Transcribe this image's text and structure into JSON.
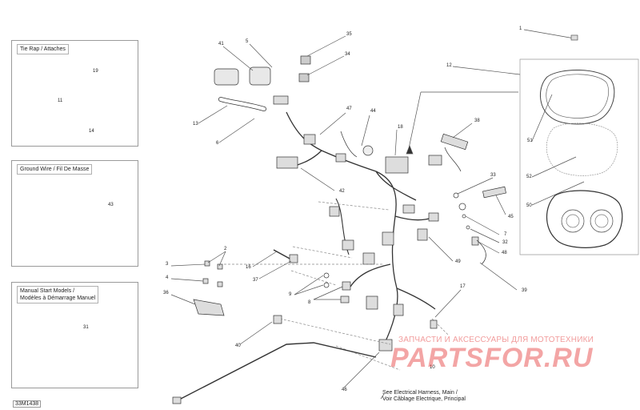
{
  "insets": {
    "tie_rap": {
      "title": "Tie Rap / Attaches",
      "callouts": [
        "19",
        "11",
        "14"
      ]
    },
    "ground_wire": {
      "title": "Ground Wire / Fil De Masse",
      "callouts": [
        "43"
      ]
    },
    "manual_start": {
      "title_line1": "Manual Start Models /",
      "title_line2": "Modèles à Démarrage Manuel",
      "callouts": [
        "31"
      ]
    }
  },
  "callouts": {
    "c1": "1",
    "c12": "12",
    "c51": "51",
    "c52": "52",
    "c50": "50",
    "c41": "41",
    "c5": "5",
    "c35": "35",
    "c34": "34",
    "c13": "13",
    "c6": "6",
    "c47": "47",
    "c44": "44",
    "c18": "18",
    "c38": "38",
    "c42": "42",
    "c33": "33",
    "c45": "45",
    "c7": "7",
    "c32": "32",
    "c48": "48",
    "c39": "39",
    "c49": "49",
    "c16": "16",
    "c37": "37",
    "c3": "3",
    "c2": "2",
    "c4": "4",
    "c36": "36",
    "c9": "9",
    "c8": "8",
    "c17": "17",
    "c40": "40",
    "c46": "46",
    "c10": "10"
  },
  "reference": {
    "line1": "See Electrical Harness, Main /",
    "line2": "Voir Câblage Electrique, Principal"
  },
  "drawing_code": "33M1438",
  "watermark": {
    "tagline": "ЗАПЧАСТИ И АКСЕССУАРЫ ДЛЯ МОТОТЕХНИКИ",
    "brand": "PARTSFOR.RU"
  }
}
